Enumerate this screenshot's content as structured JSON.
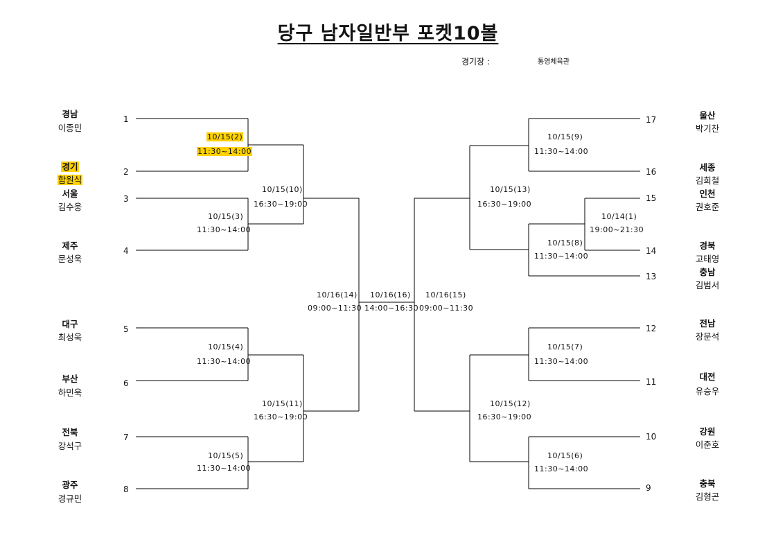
{
  "title": "당구 남자일반부 포켓10볼",
  "venue": {
    "label": "경기장 :",
    "value": "통영체육관"
  },
  "left_players": [
    {
      "seed": "1",
      "region": "경남",
      "name": "이종민"
    },
    {
      "seed": "2",
      "region": "경기",
      "name": "함원식",
      "highlight": true
    },
    {
      "seed": "3",
      "region": "서울",
      "name": "김수웅"
    },
    {
      "seed": "4",
      "region": "제주",
      "name": "문성욱"
    },
    {
      "seed": "5",
      "region": "대구",
      "name": "최성욱"
    },
    {
      "seed": "6",
      "region": "부산",
      "name": "하민욱"
    },
    {
      "seed": "7",
      "region": "전북",
      "name": "강석구"
    },
    {
      "seed": "8",
      "region": "광주",
      "name": "경규민"
    }
  ],
  "right_players": [
    {
      "seed": "17",
      "region": "울산",
      "name": "박기찬"
    },
    {
      "seed": "16",
      "region": "세종",
      "name": "김희철"
    },
    {
      "seed": "15",
      "region": "인천",
      "name": "권호준"
    },
    {
      "seed": "14",
      "region": "경북",
      "name": "고태영"
    },
    {
      "seed": "13",
      "region": "충남",
      "name": "김범서"
    },
    {
      "seed": "12",
      "region": "전남",
      "name": "장문석"
    },
    {
      "seed": "11",
      "region": "대전",
      "name": "유승우"
    },
    {
      "seed": "10",
      "region": "강원",
      "name": "이준호"
    },
    {
      "seed": "9",
      "region": "충북",
      "name": "김형곤"
    }
  ],
  "matches": {
    "m2": {
      "date": "10/15(2)",
      "time": "11:30~14:00",
      "highlight": true
    },
    "m3": {
      "date": "10/15(3)",
      "time": "11:30~14:00"
    },
    "m4": {
      "date": "10/15(4)",
      "time": "11:30~14:00"
    },
    "m5": {
      "date": "10/15(5)",
      "time": "11:30~14:00"
    },
    "m10": {
      "date": "10/15(10)",
      "time": "16:30~19:00"
    },
    "m11": {
      "date": "10/15(11)",
      "time": "16:30~19:00"
    },
    "m14": {
      "date": "10/16(14)",
      "time": "09:00~11:30"
    },
    "m16": {
      "date": "10/16(16)",
      "time": "14:00~16:30"
    },
    "m15": {
      "date": "10/16(15)",
      "time": "09:00~11:30"
    },
    "m9": {
      "date": "10/15(9)",
      "time": "11:30~14:00"
    },
    "m1": {
      "date": "10/14(1)",
      "time": "19:00~21:30"
    },
    "m8": {
      "date": "10/15(8)",
      "time": "11:30~14:00"
    },
    "m13": {
      "date": "10/15(13)",
      "time": "16:30~19:00"
    },
    "m7": {
      "date": "10/15(7)",
      "time": "11:30~14:00"
    },
    "m6": {
      "date": "10/15(6)",
      "time": "11:30~14:00"
    },
    "m12": {
      "date": "10/15(12)",
      "time": "16:30~19:00"
    }
  }
}
